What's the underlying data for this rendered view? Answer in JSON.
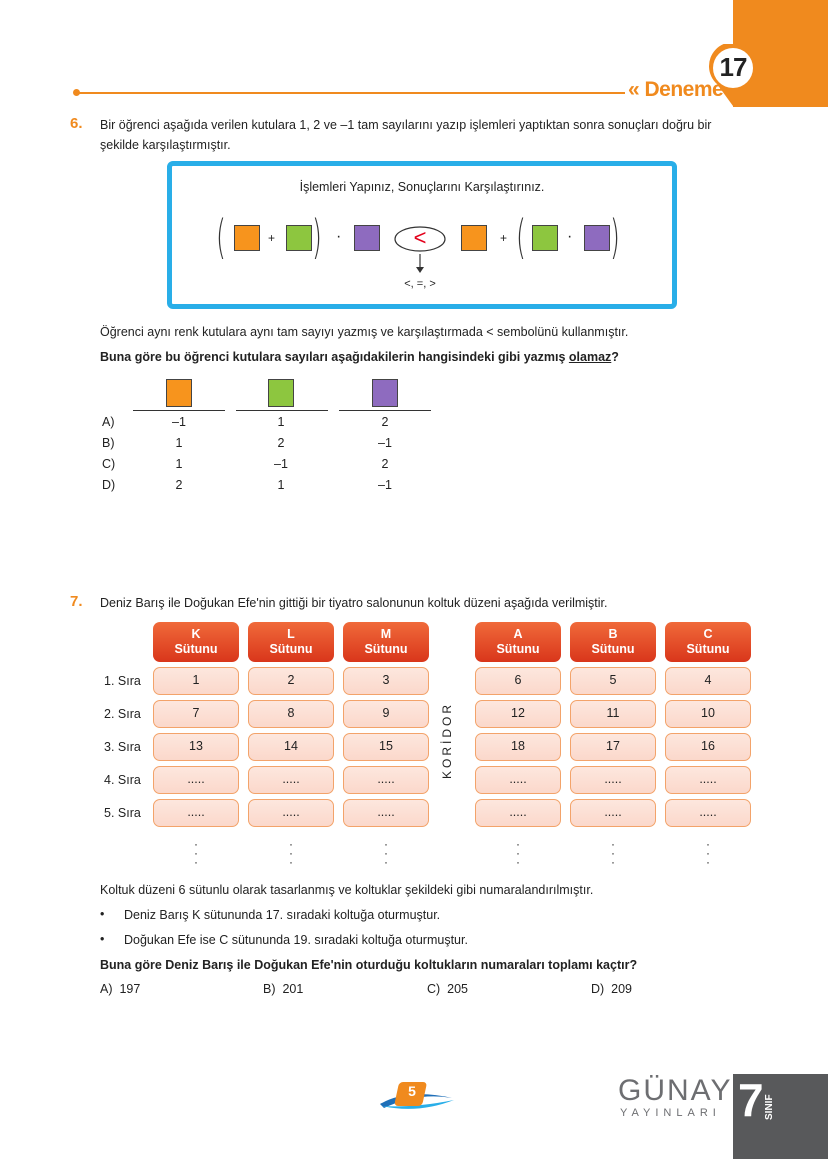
{
  "header": {
    "deneme_label": "« Deneme",
    "deneme_number": "17"
  },
  "q6": {
    "number": "6.",
    "text_line1": "Bir öğrenci aşağıda verilen kutulara 1, 2 ve –1 tam sayılarını yazıp işlemleri yaptıktan sonra sonuçları doğru bir",
    "text_line2": "şekilde karşılaştırmıştır.",
    "box_title": "İşlemleri Yapınız, Sonuçlarını Karşılaştırınız.",
    "plus": "+",
    "dot": "·",
    "compare_symbol": "<",
    "compare_options": "<, =, >",
    "statement": "Öğrenci aynı renk kutulara aynı tam sayıyı yazmış ve karşılaştırmada < sembolünü kullanmıştır.",
    "question_main": "Buna göre bu öğrenci kutulara sayıları aşağıdakilerin hangisindeki gibi yazmış ",
    "question_underlined": "olamaz",
    "question_end": "?",
    "options": [
      {
        "letter": "A)",
        "values": [
          "–1",
          "1",
          "2"
        ]
      },
      {
        "letter": "B)",
        "values": [
          "1",
          "2",
          "–1"
        ]
      },
      {
        "letter": "C)",
        "values": [
          "1",
          "–1",
          "2"
        ]
      },
      {
        "letter": "D)",
        "values": [
          "2",
          "1",
          "–1"
        ]
      }
    ]
  },
  "q7": {
    "number": "7.",
    "intro": "Deniz Barış ile Doğukan Efe'nin gittiği bir tiyatro salonunun koltuk düzeni aşağıda verilmiştir.",
    "columns": [
      {
        "line1": "K",
        "line2": "Sütunu"
      },
      {
        "line1": "L",
        "line2": "Sütunu"
      },
      {
        "line1": "M",
        "line2": "Sütunu"
      },
      {
        "line1": "A",
        "line2": "Sütunu"
      },
      {
        "line1": "B",
        "line2": "Sütunu"
      },
      {
        "line1": "C",
        "line2": "Sütunu"
      }
    ],
    "rows": [
      {
        "label": "1. Sıra",
        "seats": [
          "1",
          "2",
          "3",
          "6",
          "5",
          "4"
        ]
      },
      {
        "label": "2. Sıra",
        "seats": [
          "7",
          "8",
          "9",
          "12",
          "11",
          "10"
        ]
      },
      {
        "label": "3. Sıra",
        "seats": [
          "13",
          "14",
          "15",
          "18",
          "17",
          "16"
        ]
      },
      {
        "label": "4. Sıra",
        "seats": [
          ".....",
          ".....",
          ".....",
          ".....",
          ".....",
          "....."
        ]
      },
      {
        "label": "5. Sıra",
        "seats": [
          ".....",
          ".....",
          ".....",
          ".....",
          ".....",
          "....."
        ]
      }
    ],
    "koridor": "KORİDOR",
    "continuation_dots": "·\n·\n·",
    "layout_text": "Koltuk düzeni 6 sütunlu olarak tasarlanmış ve koltuklar şekildeki gibi numaralandırılmıştır.",
    "bullets": [
      "Deniz Barış K sütununda 17. sıradaki koltuğa oturmuştur.",
      "Doğukan Efe ise C sütununda 19. sıradaki koltuğa oturmuştur."
    ],
    "bullet_symbol": "•",
    "question": "Buna göre Deniz Barış ile Doğukan Efe'nin oturduğu koltukların numaraları toplamı kaçtır?",
    "answers": [
      {
        "letter": "A)",
        "value": "197"
      },
      {
        "letter": "B)",
        "value": "201"
      },
      {
        "letter": "C)",
        "value": "205"
      },
      {
        "letter": "D)",
        "value": "209"
      }
    ]
  },
  "footer": {
    "page_number": "5",
    "publisher": "GÜNAY",
    "publisher_sub": "YAYINLARI",
    "grade": "7",
    "grade_label": "SINIF"
  },
  "colors": {
    "accent_orange": "#f08a1e",
    "box_blue": "#29aee8",
    "square_orange": "#f7941d",
    "square_green": "#8dc63f",
    "square_purple": "#8e6bbf",
    "seat_header_red": "#e04a26",
    "footer_gray": "#58595b"
  }
}
